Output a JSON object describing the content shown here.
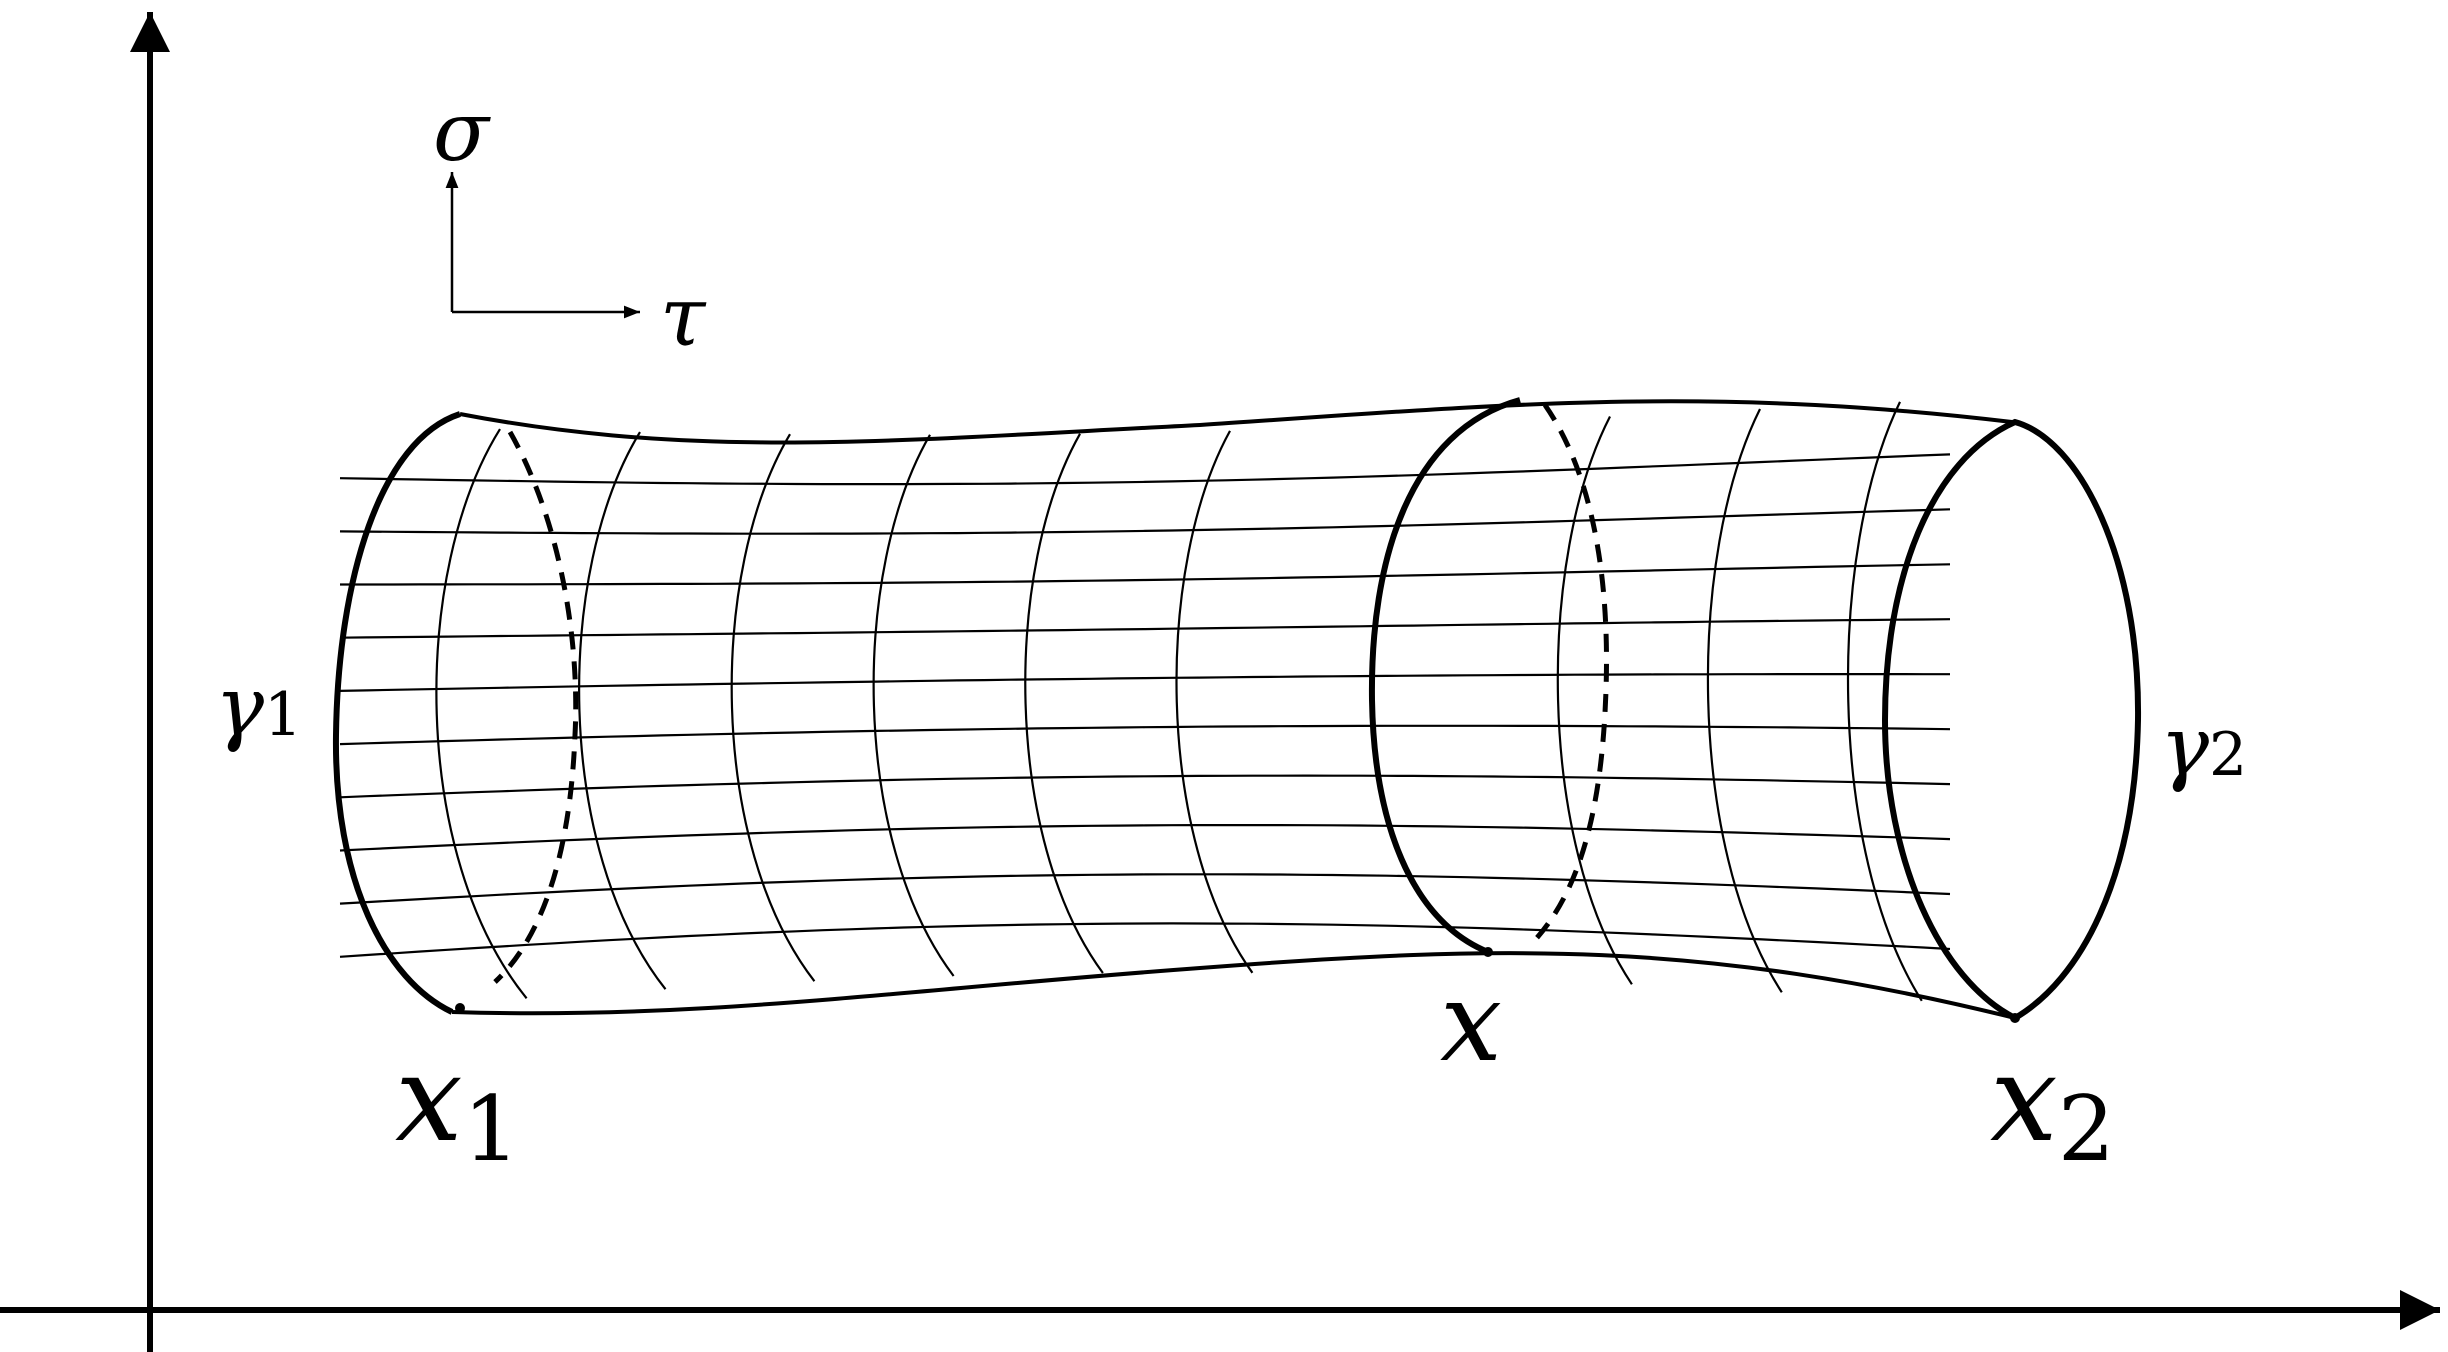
{
  "labels": {
    "sigma": "σ",
    "tau": "τ",
    "gamma1": {
      "base": "γ",
      "sub": "1"
    },
    "gamma2": {
      "base": "γ",
      "sub": "2"
    },
    "x": "x",
    "x1": {
      "base": "x",
      "sub": "1"
    },
    "x2": {
      "base": "x",
      "sub": "2"
    }
  },
  "colors": {
    "ink": "#000000",
    "background": "#ffffff"
  }
}
